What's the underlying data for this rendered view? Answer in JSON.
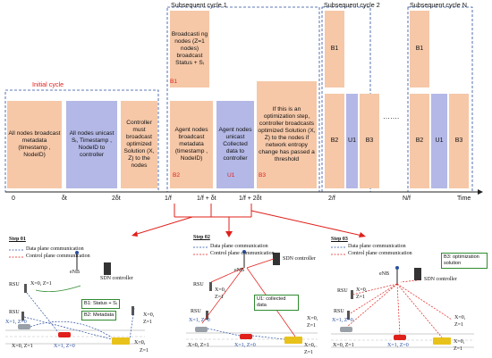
{
  "top": {
    "initial_cycle": "Initial cycle",
    "subsequent_1": "Subsequent cycle 1",
    "subsequent_2": "Subsequent cycle 2",
    "subsequent_n": "Subsequent cycle N",
    "blocks": {
      "all_broadcast": "All nodes broadcast metadata (timestamp , NodeID)",
      "all_unicast": "All nodes unicast Sᵢ, Timestamp , NodeID to controller",
      "controller_broadcast": "Controller must broadcast optimized Solution (X, Z) to the nodes",
      "broadcasting_nodes": "Broadcasti ng nodes (Z=1 nodes) broadcast Status + Sᵢ",
      "agent_broadcast": "Agent nodes broadcast metadata (timestamp , NodeID)",
      "agent_unicast": "Agent nodes unicast Collected data to controller",
      "optimization_text": "If this is an optimization step, controller broadcasts optimized Solution (X, Z) to the nodes if network entropy change has passed a threshold",
      "b1": "B1",
      "b2": "B2",
      "u1": "U1",
      "b3": "B3"
    },
    "red_labels": {
      "b1": "B1",
      "b2": "B2",
      "u1": "U1",
      "b3": "B3"
    },
    "dots": "…….",
    "ticks": {
      "t0": "0",
      "t1": "δt",
      "t2": "2δt",
      "t3": "1/f",
      "t4": "1/f + δt",
      "t5": "1/f + 2δt",
      "t6": "2/f",
      "t7": "N/f",
      "time": "Time"
    }
  },
  "steps": [
    {
      "title": "Step 01",
      "legend_data": "Data plane communication",
      "legend_control": "Control plane communication",
      "enb": "eNB",
      "sdn": "SDN controller",
      "rsu1": "RSU",
      "rsu2": "RSU",
      "callouts": [
        "B1: Status + Sᵢ",
        "B2: Metadata"
      ],
      "nodes": [
        "X=0, Z=1",
        "X=1, Z=0",
        "X=0, Z=1",
        "X=1, Z=0",
        "X=0,",
        "Z=1",
        "X=0,",
        "Z=1"
      ]
    },
    {
      "title": "Step 02",
      "legend_data": "Data plane communication",
      "legend_control": "Control plane communication",
      "enb": "eNB",
      "sdn": "SDN controller",
      "rsu1": "RSU",
      "rsu2": "RSU",
      "callouts": [
        "U1: collected\ndata"
      ],
      "nodes": [
        "X=0,",
        "Z=1",
        "X=1, Z=0",
        "X=0,",
        "Z=1",
        "X=0, Z=1",
        "X=1, Z=0",
        "X=0,",
        "Z=1"
      ]
    },
    {
      "title": "Step 03",
      "legend_data": "Data plane communication",
      "legend_control": "Control plane communication",
      "enb": "eNB",
      "sdn": "SDN controller",
      "rsu1": "RSU",
      "rsu2": "RSU",
      "callouts": [
        "B3: optimization\nsolution"
      ],
      "nodes": [
        "X=0,",
        "Z=1",
        "X=1, Z=0",
        "X=0,",
        "Z=1",
        "X=0, Z=1",
        "X=1, Z=0",
        "X=0,",
        "Z=1"
      ]
    }
  ],
  "colors": {
    "orange": "#f6c8a8",
    "blue": "#b3b8e6",
    "red": "#e0201b",
    "green": "#2e8b2e",
    "dash_blue": "#2a4fa0"
  }
}
